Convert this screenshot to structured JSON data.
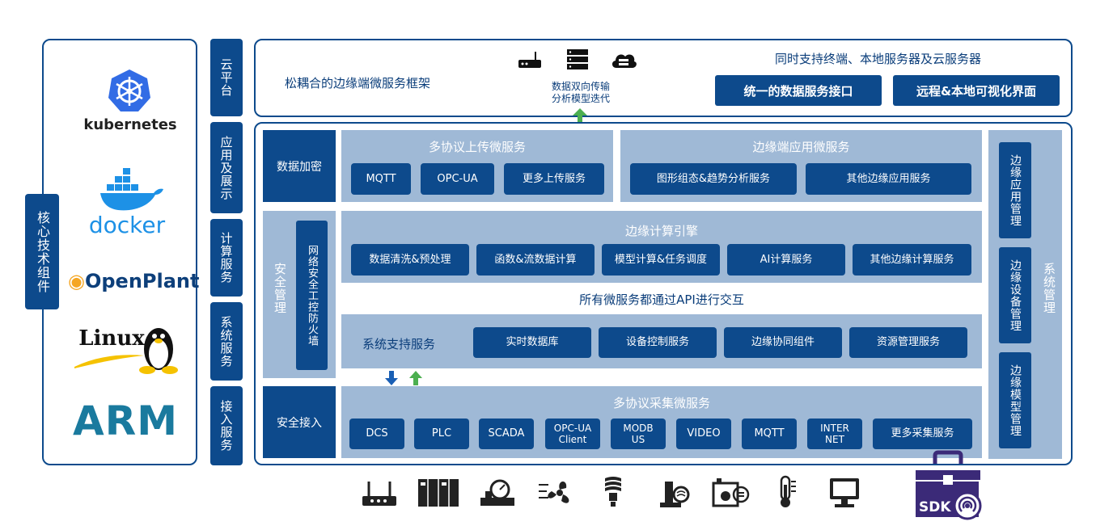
{
  "left_panel": {
    "label": "核心技术组件",
    "logos": [
      {
        "icon": "kubernetes-icon",
        "text": "kubernetes"
      },
      {
        "icon": "docker-icon",
        "text": "docker"
      },
      {
        "icon": "openplant-icon",
        "text": "OpenPlant"
      },
      {
        "icon": "linux-icon",
        "text": "Linux"
      },
      {
        "icon": "arm-icon",
        "text": "ARM"
      }
    ]
  },
  "layer_column": [
    "云平台",
    "应用及展示",
    "计算服务",
    "系统服务",
    "接入服务"
  ],
  "cloud": {
    "framework_text": "松耦合的边缘端微服务框架",
    "transfer_line1": "数据双向传输",
    "transfer_line2": "分析模型迭代",
    "support_text": "同时支持终端、本地服务器及云服务器",
    "buttons": [
      "统一的数据服务接口",
      "远程&本地可视化界面"
    ]
  },
  "left_column": {
    "data_encrypt": "数据加密",
    "security_mgmt": "安全管理",
    "firewall": "网络安全工控防火墙",
    "secure_access": "安全接入"
  },
  "upload": {
    "title": "多协议上传微服务",
    "items": [
      "MQTT",
      "OPC-UA",
      "更多上传服务"
    ]
  },
  "edge_app": {
    "title": "边缘端应用微服务",
    "items": [
      "图形组态&趋势分析服务",
      "其他边缘应用服务"
    ]
  },
  "compute": {
    "title": "边缘计算引擎",
    "items": [
      "数据清洗&预处理",
      "函数&流数据计算",
      "模型计算&任务调度",
      "AI计算服务",
      "其他边缘计算服务"
    ]
  },
  "api_text": "所有微服务都通过API进行交互",
  "support": {
    "title": "系统支持服务",
    "items": [
      "实时数据库",
      "设备控制服务",
      "边缘协同组件",
      "资源管理服务"
    ]
  },
  "collect": {
    "title": "多协议采集微服务",
    "items": [
      "DCS",
      "PLC",
      "SCADA",
      "OPC-UA Client",
      "MODB US",
      "VIDEO",
      "MQTT",
      "INTER NET",
      "更多采集服务"
    ]
  },
  "system_mgmt": {
    "label": "系统管理",
    "items": [
      "边缘应用管理",
      "边缘设备管理",
      "边缘模型管理"
    ]
  },
  "sdk_label": "SDK",
  "colors": {
    "navy": "#0d4a8c",
    "light_panel": "#9fb9d6",
    "arrow_green": "#4caf50",
    "sdk_purple": "#3b2a78"
  },
  "devices": [
    "router-icon",
    "cabinet-icon",
    "valve-icon",
    "fan-icon",
    "lightbulb-icon",
    "microscope-icon",
    "machine-icon",
    "thermometer-icon",
    "monitor-icon"
  ]
}
